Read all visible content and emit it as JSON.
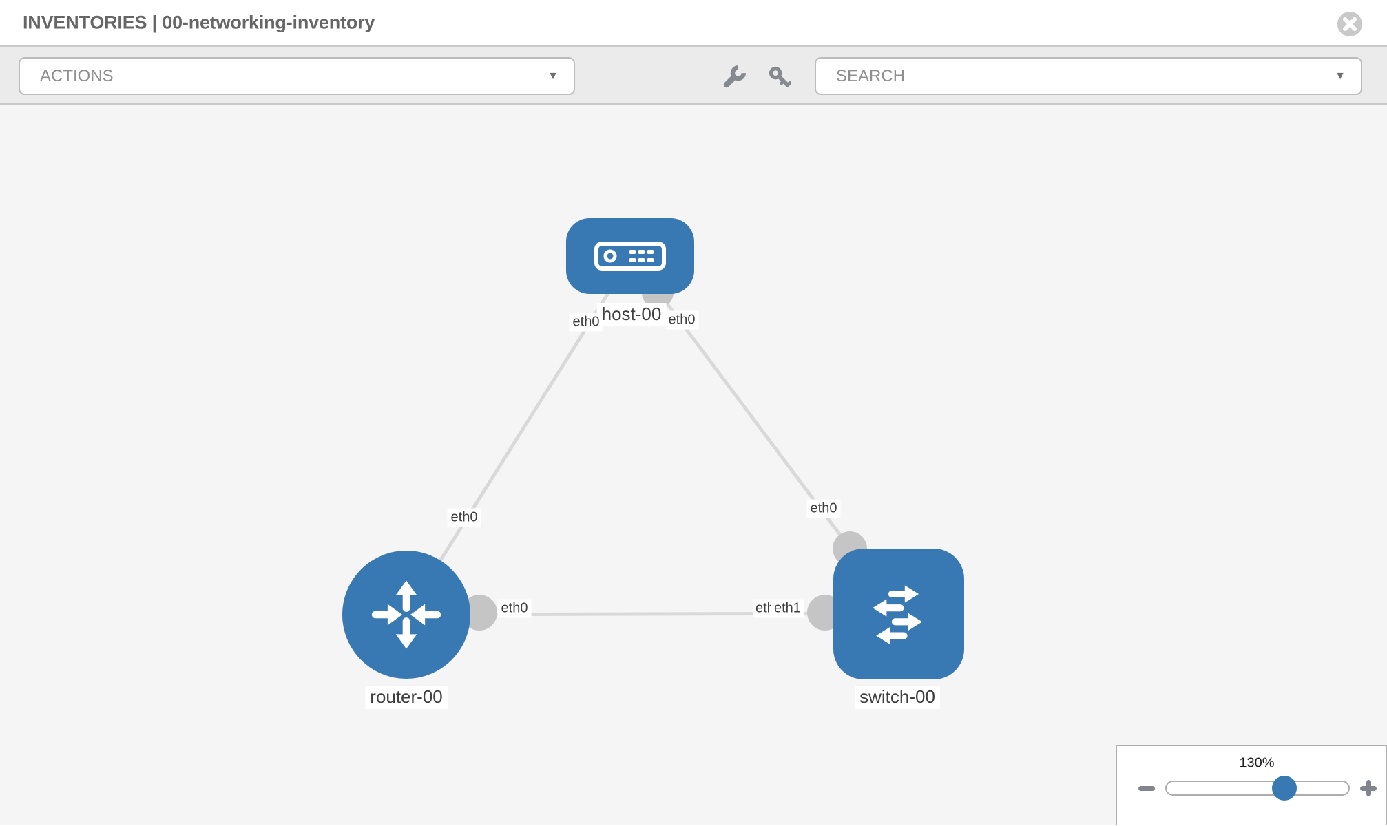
{
  "header": {
    "title": "INVENTORIES | 00-networking-inventory",
    "close_icon": "close-circle"
  },
  "toolbar": {
    "actions_label": "ACTIONS",
    "search_label": "SEARCH",
    "caret_icon": "▼",
    "tool_icons": [
      "wrench-icon",
      "key-icon"
    ]
  },
  "topology": {
    "nodes": [
      {
        "id": "host-00",
        "type": "host",
        "label": "host-00",
        "icon": "server-icon"
      },
      {
        "id": "router-00",
        "type": "router",
        "label": "router-00",
        "icon": "router-arrows-icon"
      },
      {
        "id": "switch-00",
        "type": "switch",
        "label": "switch-00",
        "icon": "switch-arrows-icon"
      }
    ],
    "links": [
      {
        "from": "host-00",
        "to": "router-00",
        "from_iface": "eth0",
        "to_iface": "eth0"
      },
      {
        "from": "host-00",
        "to": "switch-00",
        "from_iface": "eth0",
        "to_iface": "eth0"
      },
      {
        "from": "router-00",
        "to": "switch-00",
        "from_iface": "eth0",
        "to_iface": "eth1",
        "to_iface_overlapped": "eth0"
      }
    ]
  },
  "zoom_control": {
    "level": "130%",
    "minus_icon": "zoom-out",
    "plus_icon": "zoom-in"
  },
  "colors": {
    "node_blue": "#3879b3",
    "link_gray": "#d9d9d9",
    "port_gray": "#c5c5c5",
    "canvas_bg": "#f5f5f5",
    "toolbar_bg": "#ebebeb",
    "chip_text": "#3f3f3f",
    "icon_gray": "#858a91"
  }
}
